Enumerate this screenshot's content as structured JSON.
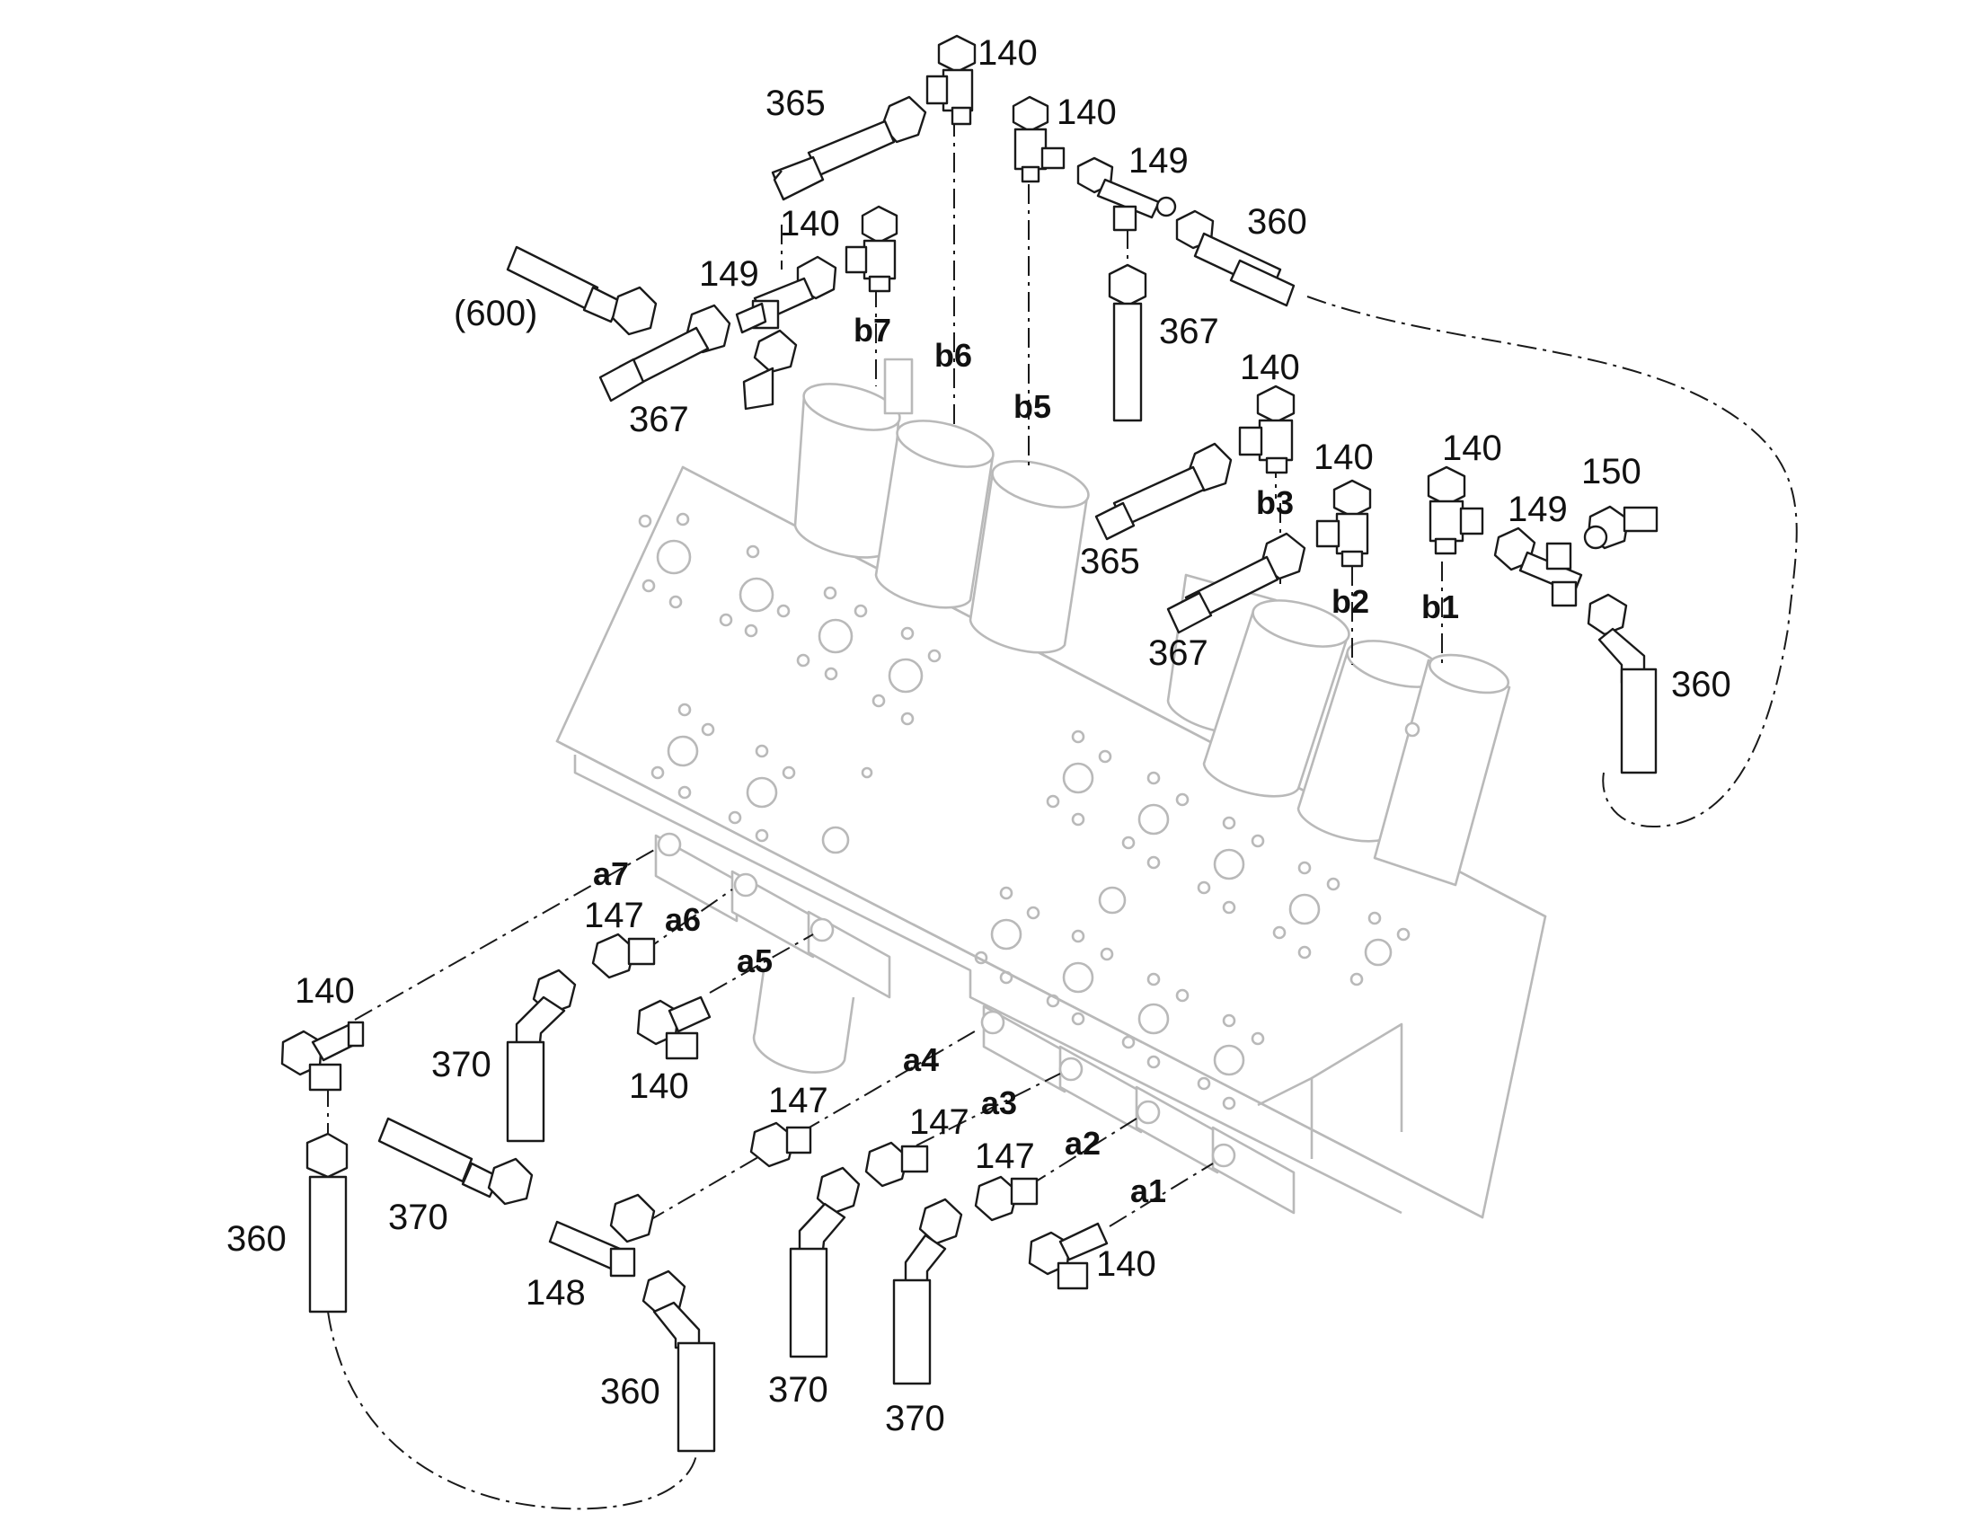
{
  "part_labels": {
    "140_top": "140",
    "365_top": "365",
    "140_b5": "140",
    "149_b5": "149",
    "360_top": "360",
    "367_b5": "367",
    "140_b7": "140",
    "149_b7": "149",
    "600": "(600)",
    "367_b7": "367",
    "140_b3": "140",
    "365_b3": "365",
    "367_b3": "367",
    "140_b2": "140",
    "140_b1": "140",
    "150": "150",
    "149_b1": "149",
    "360_b1": "360",
    "140_a7": "140",
    "147_a6": "147",
    "370_a6": "370",
    "140_a5": "140",
    "360_left": "360",
    "370_left": "370",
    "148": "148",
    "360_bottom": "360",
    "147_a4": "147",
    "370_a4": "370",
    "147_a3": "147",
    "370_a3": "370",
    "147_a2": "147",
    "140_a1": "140"
  },
  "port_labels": {
    "b1": "b1",
    "b2": "b2",
    "b3": "b3",
    "b5": "b5",
    "b6": "b6",
    "b7": "b7",
    "a1": "a1",
    "a2": "a2",
    "a3": "a3",
    "a4": "a4",
    "a5": "a5",
    "a6": "a6",
    "a7": "a7"
  },
  "colors": {
    "line": "#1a1a1a",
    "valve_body": "#b9b9b9",
    "background": "#ffffff"
  }
}
